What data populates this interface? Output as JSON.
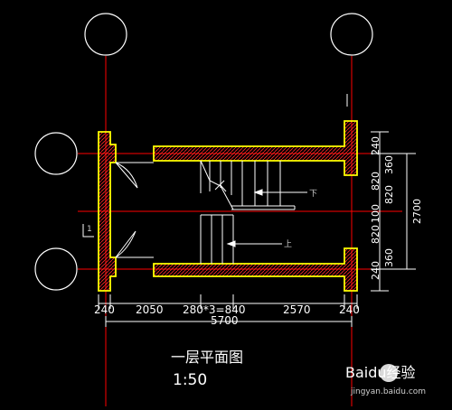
{
  "drawing": {
    "title": "一层平面图",
    "scale": "1:50"
  },
  "dimensions_bottom": {
    "d1": "240",
    "d2": "2050",
    "d3": "280*3=840",
    "d4": "2570",
    "d5": "240",
    "total": "5700"
  },
  "dimensions_right": {
    "r1": "240",
    "r2": "360",
    "r3": "820",
    "r4": "820",
    "r5": "100",
    "r6": "820",
    "r7": "240",
    "r8": "360",
    "total": "2700"
  },
  "stair_labels": {
    "down": "下",
    "up": "上"
  },
  "section_mark": "1",
  "watermark": {
    "brand": "Baidu经验",
    "url": "jingyan.baidu.com"
  },
  "colors": {
    "background": "#000000",
    "axis": "#ff0000",
    "wall_outline": "#ffff00",
    "linework": "#ffffff"
  }
}
